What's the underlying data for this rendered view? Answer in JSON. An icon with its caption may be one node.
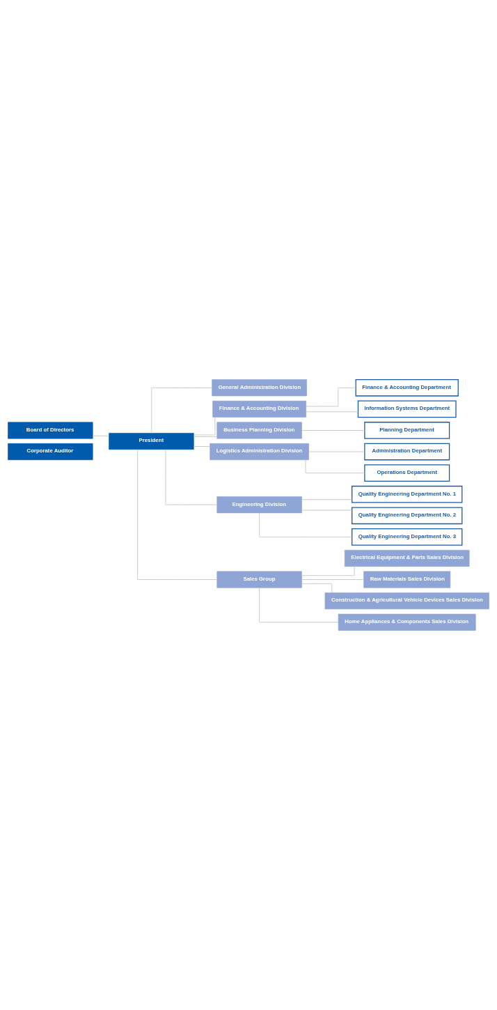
{
  "diagram": {
    "nodes": [
      {
        "text": [
          "Board of Directors"
        ]
      },
      {
        "text": [
          "Corporate Auditor"
        ]
      },
      {
        "text": [
          "President"
        ]
      },
      {
        "text": [
          "General Administration Division"
        ]
      },
      {
        "text": [
          "Finance & Accounting Division"
        ]
      },
      {
        "text": [
          "Finance & Accounting Department"
        ]
      },
      {
        "text": [
          "Information Systems Department"
        ]
      },
      {
        "text": [
          "Business Planning Division"
        ]
      },
      {
        "text": [
          "Planning Department"
        ]
      },
      {
        "text": [
          "Logistics Administration Division"
        ]
      },
      {
        "text": [
          "Administration Department"
        ]
      },
      {
        "text": [
          "Operations Department"
        ]
      },
      {
        "text": [
          "Engineering Division"
        ]
      },
      {
        "text": [
          "Quality Engineering Department No. 1"
        ]
      },
      {
        "text": [
          "Quality Engineering Department No. 2"
        ]
      },
      {
        "text": [
          "Quality Engineering Department No. 3"
        ]
      },
      {
        "text": [
          "Sales Group"
        ]
      },
      {
        "text": [
          "Electrical Equipment & Parts Sales Division"
        ]
      },
      {
        "text": [
          "Raw Materials Sales Division"
        ]
      },
      {
        "text": [
          "Construction & Agricultural Vehicle Devices Sales Division"
        ]
      },
      {
        "text": [
          "Home Appliances & Components Sales Division"
        ]
      }
    ],
    "edges": [
      {
        "from": 0,
        "to": 2,
        "arrow": "none"
      },
      {
        "from": 2,
        "to": 3,
        "arrow": "none"
      },
      {
        "from": 2,
        "to": 4,
        "arrow": "none"
      },
      {
        "from": 4,
        "to": 5,
        "arrow": "none"
      },
      {
        "from": 4,
        "to": 6,
        "arrow": "none"
      },
      {
        "from": 2,
        "to": 7,
        "arrow": "none"
      },
      {
        "from": 7,
        "to": 8,
        "arrow": "none"
      },
      {
        "from": 2,
        "to": 9,
        "arrow": "none"
      },
      {
        "from": 9,
        "to": 10,
        "arrow": "none"
      },
      {
        "from": 9,
        "to": 11,
        "arrow": "none"
      },
      {
        "from": 2,
        "to": 12,
        "arrow": "none"
      },
      {
        "from": 12,
        "to": 13,
        "arrow": "none"
      },
      {
        "from": 12,
        "to": 14,
        "arrow": "none"
      },
      {
        "from": 12,
        "to": 15,
        "arrow": "none"
      },
      {
        "from": 2,
        "to": 16,
        "arrow": "none"
      },
      {
        "from": 16,
        "to": 17,
        "arrow": "none"
      },
      {
        "from": 16,
        "to": 18,
        "arrow": "none"
      },
      {
        "from": 16,
        "to": 19,
        "arrow": "none"
      },
      {
        "from": 16,
        "to": 20,
        "arrow": "none"
      }
    ]
  }
}
